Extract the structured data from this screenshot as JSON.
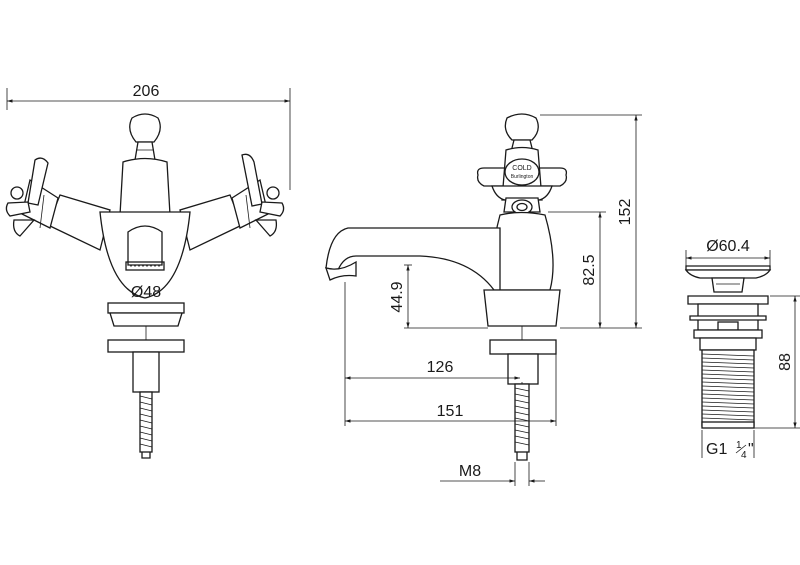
{
  "dimensions": {
    "overall_width": "206",
    "body_diameter": "Ø48",
    "height_total": "152",
    "height_handle": "82.5",
    "height_spout": "44.9",
    "reach_short": "126",
    "reach_long": "151",
    "thread_shank": "M8",
    "waste_diameter": "Ø60.4",
    "waste_height": "88",
    "waste_thread_prefix": "G1",
    "waste_thread_num": "1",
    "waste_thread_den": "4",
    "waste_thread_suffix": "\""
  },
  "handle_label": {
    "main": "COLD",
    "sub": "Burlington"
  },
  "colors": {
    "line": "#1a1a1a",
    "background": "#ffffff"
  }
}
